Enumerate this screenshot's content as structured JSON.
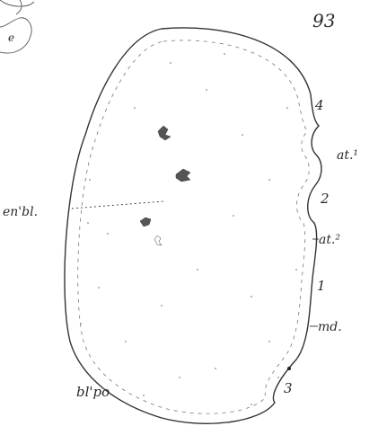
{
  "figure": {
    "number": "93",
    "labels": {
      "enbl": "en'bl.",
      "blpo": "bl'po",
      "at1": "at.¹",
      "at2": "at.²",
      "md": "md.",
      "n4": "4",
      "n2": "2",
      "n1": "1",
      "n3": "3",
      "e": "e"
    }
  }
}
